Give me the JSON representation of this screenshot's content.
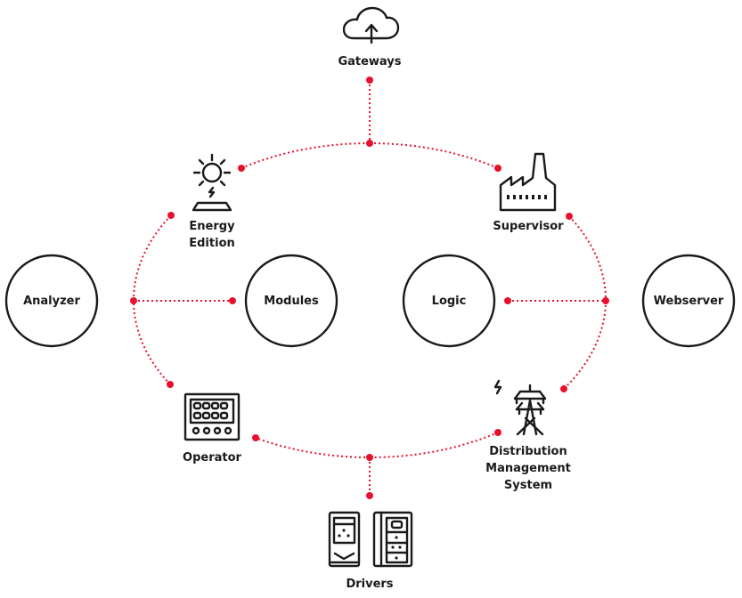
{
  "diagram": {
    "accent_color": "#e8112d",
    "nodes": {
      "gateways": {
        "label": "Gateways",
        "icon": "cloud-upload-icon"
      },
      "energy_edition": {
        "label_line1": "Energy",
        "label_line2": "Edition",
        "icon": "solar-panel-icon"
      },
      "supervisor": {
        "label": "Supervisor",
        "icon": "factory-icon"
      },
      "analyzer": {
        "label": "Analyzer"
      },
      "modules": {
        "label": "Modules"
      },
      "logic": {
        "label": "Logic"
      },
      "webserver": {
        "label": "Webserver"
      },
      "operator": {
        "label": "Operator",
        "icon": "control-panel-icon"
      },
      "distribution": {
        "label_line1": "Distribution",
        "label_line2": "Management",
        "label_line3": "System",
        "icon": "power-tower-icon"
      },
      "drivers": {
        "label": "Drivers",
        "icon": "drive-units-icon"
      }
    }
  }
}
